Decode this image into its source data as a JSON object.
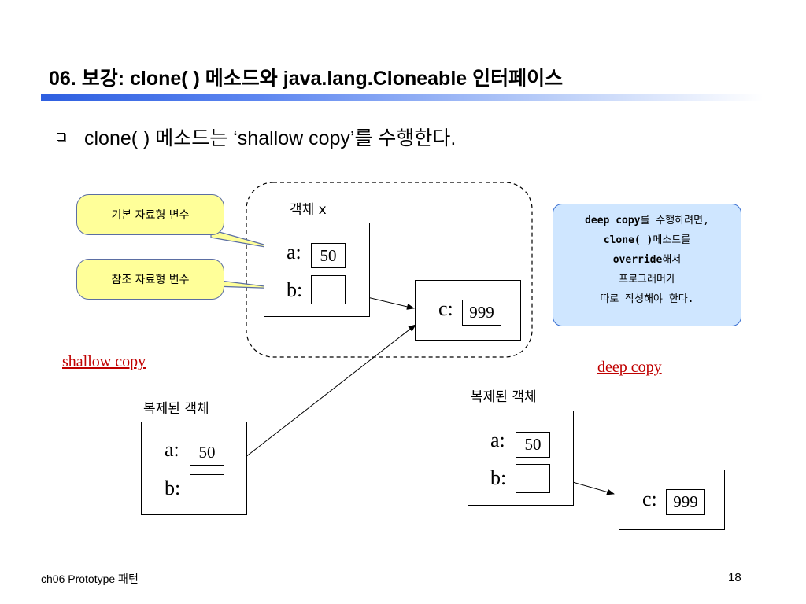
{
  "title": "06. 보강: clone( ) 메소드와 java.lang.Cloneable 인터페이스",
  "bullet": "clone( ) 메소드는 ‘shallow copy’를 수행한다.",
  "callouts": {
    "primitive": "기본 자료형 변수",
    "reference": "참조 자료형 변수"
  },
  "original": {
    "label": "객체 x",
    "a_label": "a:",
    "a_value": "50",
    "b_label": "b:",
    "c_label": "c:",
    "c_value": "999"
  },
  "shallow": {
    "link": "shallow copy",
    "label": "복제된 객체",
    "a_label": "a:",
    "a_value": "50",
    "b_label": "b:"
  },
  "deep": {
    "link": "deep copy",
    "label": "복제된 객체",
    "a_label": "a:",
    "a_value": "50",
    "b_label": "b:",
    "c_label": "c:",
    "c_value": "999"
  },
  "note": {
    "line1_code": "deep copy",
    "line1_rest": "를 수행하려면,",
    "line2_code": "clone( )",
    "line2_rest": "메소드를",
    "line3_code": "override",
    "line3_rest": "해서",
    "line4": "프로그래머가",
    "line5": "따로 작성해야 한다."
  },
  "footer": {
    "left": "ch06 Prototype 패턴",
    "page": "18"
  },
  "colors": {
    "callout_fill": "#ffff99",
    "note_fill": "#cfe6ff",
    "link": "#c00000",
    "title_bar": "#2e5fe0"
  }
}
